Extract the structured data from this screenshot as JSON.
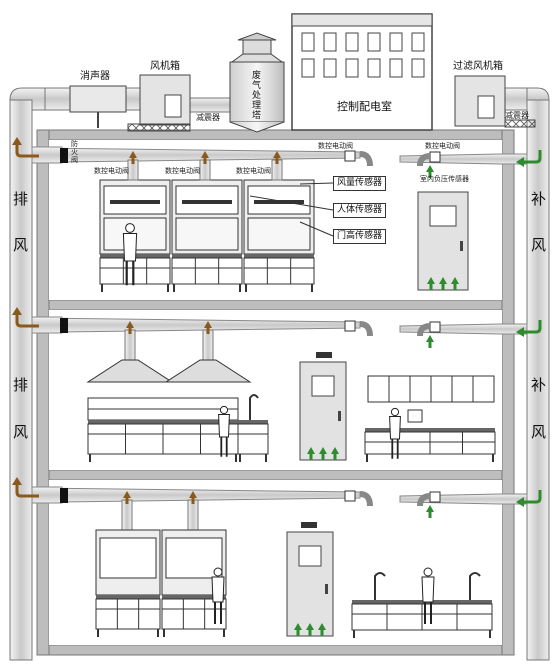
{
  "labels": {
    "muffler": "消声器",
    "fan_box": "风机箱",
    "damper_left": "减震器",
    "tower": [
      "废",
      "气",
      "处",
      "理",
      "塔"
    ],
    "control_room": "控制配电室",
    "filter_fan_box": "过滤风机箱",
    "damper_right": "减震器",
    "fire_damper": [
      "防",
      "火",
      "阀"
    ],
    "nc_valve": "数控电动阀",
    "sensor_airflow": "风量传感器",
    "sensor_body": "人体传感器",
    "sensor_sash": "门高传感器",
    "sensor_pressure": "室内负压传感器"
  },
  "side_labels": {
    "exhaust": [
      "排",
      "风"
    ],
    "supply": [
      "补",
      "风"
    ]
  },
  "colors": {
    "arrow_exhaust": "#8a5a1c",
    "arrow_supply": "#2e8b2e",
    "wall": "#b8b8b8",
    "duct": "#dcdcdc",
    "outline": "#333333"
  }
}
